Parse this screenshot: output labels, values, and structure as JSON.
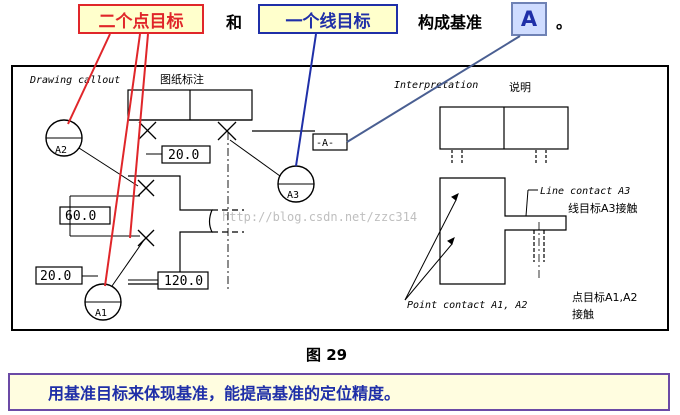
{
  "header": {
    "point_targets": "二个点目标",
    "and": "和",
    "line_target": "一个线目标",
    "forms_datum": "构成基准",
    "datum_letter": "A",
    "period": "。"
  },
  "drawing": {
    "callout_title_en": "Drawing callout",
    "callout_title_cn": "图纸标注",
    "interp_title_en": "Interpretation",
    "interp_title_cn": "说明",
    "target_a2": "A2",
    "target_a1": "A1",
    "target_a3": "A3",
    "datum_frame": "-A-",
    "dim_top": "20.0",
    "dim_mid": "60.0",
    "dim_left": "20.0",
    "dim_bottom": "120.0",
    "line_contact_en": "Line contact A3",
    "line_contact_cn": "线目标A3接触",
    "point_contact_en": "Point contact A1, A2",
    "point_contact_cn_1": "点目标A1,A2",
    "point_contact_cn_2": "接触",
    "watermark": "http://blog.csdn.net/zzc314"
  },
  "caption": "图 29",
  "banner": "用基准目标来体现基准，能提高基准的定位精度。",
  "colors": {
    "red": "#e0262a",
    "blue": "#1f2fa8",
    "banner_border": "#6b4aa6"
  }
}
